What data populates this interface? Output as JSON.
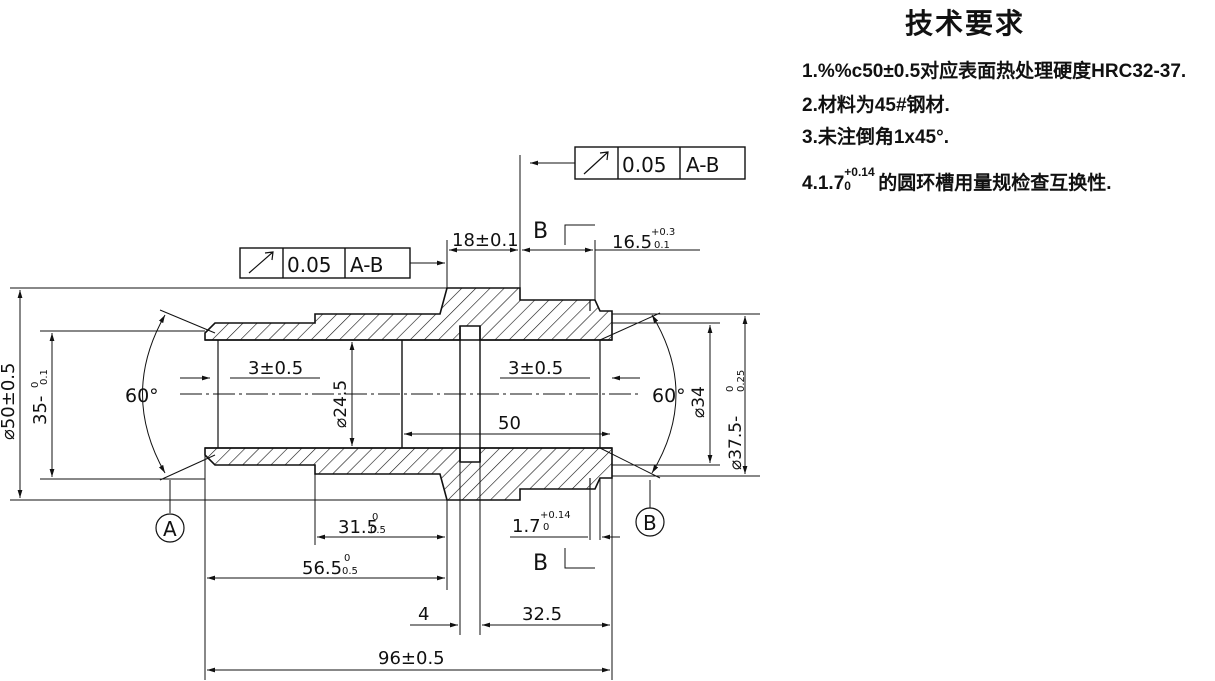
{
  "tech_requirements": {
    "title": "技术要求",
    "note1": "1.%%c50±0.5对应表面热处理硬度HRC32-37.",
    "note2": "2.材料为45#钢材.",
    "note3": "3.未注倒角1x45°.",
    "note4_prefix": "4.1.7",
    "note4_upper": "+0.14",
    "note4_lower": "0",
    "note4_suffix": "的圆环槽用量规检查互换性."
  },
  "drawing": {
    "fcf_top": {
      "tolerance": "0.05",
      "datum": "A-B"
    },
    "fcf_left": {
      "tolerance": "0.05",
      "datum": "A-B"
    },
    "section_label_top": "B",
    "section_label_bottom": "B",
    "datum_a": "A",
    "datum_b": "B",
    "dims": {
      "d18": "18±0.1",
      "d16_5": "16.5",
      "d16_5_upper": "+0.3",
      "d16_5_lower": "0.1",
      "dia50": "⌀50±0.5",
      "d35": "35-",
      "d35_upper": "0",
      "d35_lower": "0.1",
      "angle_left": "60°",
      "angle_right": "60°",
      "chamfer_left": "3±0.5",
      "chamfer_right": "3±0.5",
      "dia24_5": "⌀24.5",
      "len50": "50",
      "dia34": "⌀34",
      "dia37_5": "⌀37.5-",
      "dia37_5_upper": "0",
      "dia37_5_lower": "0.25",
      "d31_5": "31.5",
      "d31_5_upper": "0",
      "d31_5_lower": "0.5",
      "groove": "1.7",
      "groove_upper": "+0.14",
      "groove_lower": "0",
      "d56_5": "56.5",
      "d56_5_upper": "0",
      "d56_5_lower": "0.5",
      "d4": "4",
      "d32_5": "32.5",
      "d96": "96±0.5"
    }
  }
}
